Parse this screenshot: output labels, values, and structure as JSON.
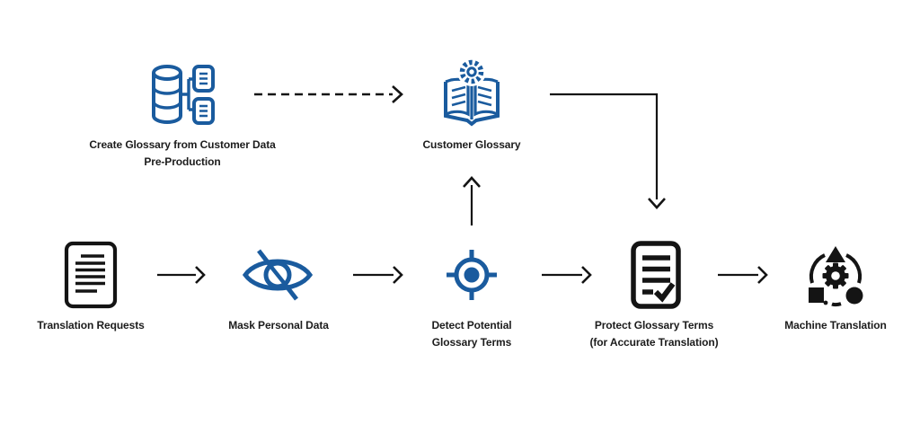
{
  "diagram": {
    "type": "flowchart",
    "background": "#ffffff"
  },
  "colors": {
    "accent_blue": "#1a5b9e",
    "ink": "#141414"
  },
  "nodes": {
    "create_glossary": {
      "line1": "Create Glossary from Customer Data",
      "line2": "Pre-Production",
      "icon": "database-branch-icon",
      "color": "#1a5b9e"
    },
    "customer_glossary": {
      "label": "Customer Glossary",
      "icon": "book-gear-icon",
      "color": "#1a5b9e"
    },
    "translation_requests": {
      "label": "Translation Requests",
      "icon": "document-lines-icon",
      "color": "#141414"
    },
    "mask_personal_data": {
      "label": "Mask Personal Data",
      "icon": "eye-slash-icon",
      "color": "#1a5b9e"
    },
    "detect_potential": {
      "line1": "Detect Potential",
      "line2": "Glossary Terms",
      "icon": "target-icon",
      "color": "#1a5b9e"
    },
    "protect_glossary": {
      "line1": "Protect Glossary Terms",
      "line2": "(for Accurate Translation)",
      "icon": "document-check-icon",
      "color": "#141414"
    },
    "machine_translation": {
      "label": "Machine Translation",
      "icon": "gear-shapes-icon",
      "color": "#141414"
    }
  },
  "connectors": [
    {
      "from": "create_glossary",
      "to": "customer_glossary",
      "style": "dashed",
      "direction": "right"
    },
    {
      "from": "customer_glossary",
      "to": "protect_glossary",
      "style": "solid-elbow",
      "direction": "right-then-down"
    },
    {
      "from": "detect_potential",
      "to": "customer_glossary",
      "style": "solid",
      "direction": "up"
    },
    {
      "from": "translation_requests",
      "to": "mask_personal_data",
      "style": "solid",
      "direction": "right"
    },
    {
      "from": "mask_personal_data",
      "to": "detect_potential",
      "style": "solid",
      "direction": "right"
    },
    {
      "from": "detect_potential",
      "to": "protect_glossary",
      "style": "solid",
      "direction": "right"
    },
    {
      "from": "protect_glossary",
      "to": "machine_translation",
      "style": "solid",
      "direction": "right"
    }
  ]
}
